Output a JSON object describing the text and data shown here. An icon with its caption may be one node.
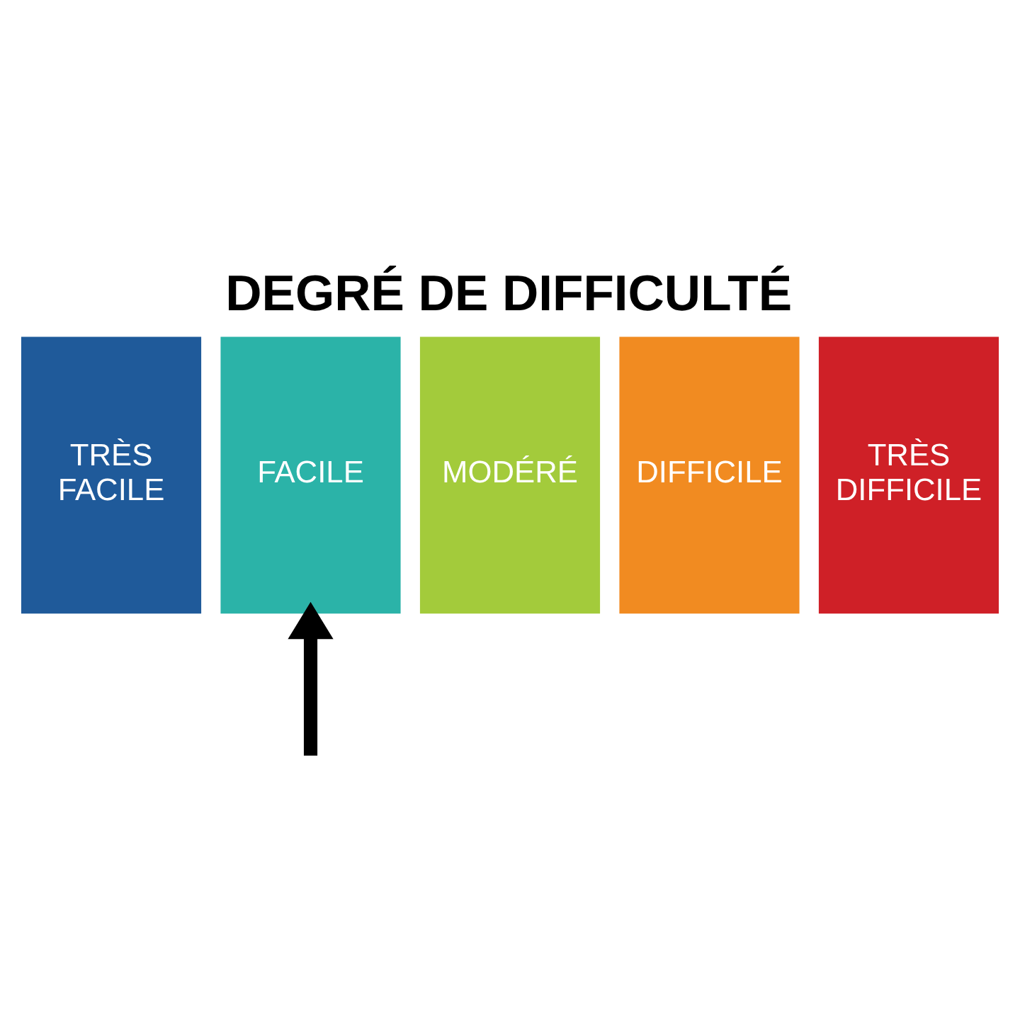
{
  "diagram": {
    "title": "DEGRÉ DE DIFFICULTÉ",
    "nodes": [
      {
        "text": [
          "TRÈS FACILE"
        ]
      },
      {
        "text": [
          "FACILE"
        ]
      },
      {
        "text": [
          "MODÉRÉ"
        ]
      },
      {
        "text": [
          "DIFFICILE"
        ]
      },
      {
        "text": [
          "TRÈS DIFFICILE"
        ]
      }
    ],
    "edges": [
      {
        "from": null,
        "to": 1,
        "arrow": "to"
      }
    ]
  }
}
